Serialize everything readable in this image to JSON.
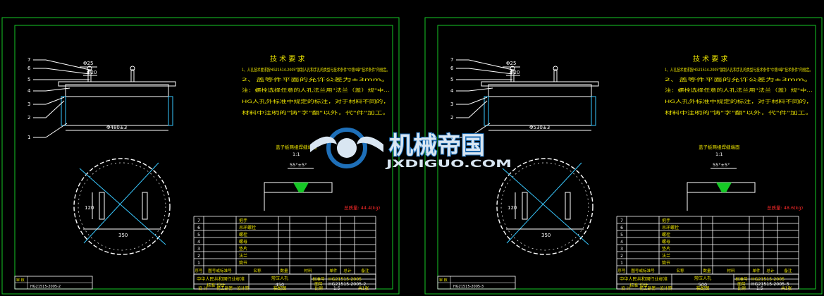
{
  "colors": {
    "background": "#000000",
    "frame": "#16c826",
    "outline": "#ffffff",
    "note_text": "#e8e000",
    "dimension": "#ffffff",
    "red_text": "#ff2a2a",
    "cyan": "#38c8ff",
    "watermark_blue": "#1e6fb8",
    "watermark_text": "#d9e6f2"
  },
  "watermark": {
    "title": "机械帝国",
    "subtitle": "JXDIGUO.COM"
  },
  "sheets": [
    {
      "tech_title": "技 术 要 求",
      "tech_notes": [
        "1、人孔技术要求按HG21514-2005\"钢制人孔和手孔的类型与技术条件\"中第4章\"技术条件\"的规定。",
        "2、盖等件平面的允许公差为±3mm。",
        "注：螺栓选择任意的人孔法兰用\"法兰（盖）规\"中...",
        "HG人孔外标准中规定的标注，对于材料不同的，",
        "材料中注明的\"铸\"字\"翻\"以外，代\"件\"加工。"
      ],
      "top_dims": [
        "Φ25",
        "Φ20",
        "Φ480±3"
      ],
      "part_numbers": [
        "1",
        "2",
        "3",
        "4",
        "5",
        "6",
        "7"
      ],
      "section_title": "盖子板两组焊缝端面",
      "section_scale": "1:1",
      "section_angle": "55°±5°",
      "weight_label": "总质量: 44.4(kg)",
      "plan_dims": [
        "350",
        "120"
      ],
      "bom_rows": [
        [
          "7",
          "把手"
        ],
        [
          "6",
          "吊环螺栓"
        ],
        [
          "5",
          "螺栓"
        ],
        [
          "4",
          "螺母"
        ],
        [
          "3",
          "垫片"
        ],
        [
          "2",
          "法兰"
        ],
        [
          "1",
          "筒节"
        ]
      ],
      "bom_header": [
        "序号",
        "图号或标准号",
        "名称",
        "数量",
        "材料",
        "单件",
        "总计",
        "备注"
      ],
      "title_block": {
        "org": "中华人民共和国行业标准",
        "std_name": "标准 设计",
        "item_name": "常压人孔",
        "size": "450",
        "drawing_type": "装配图",
        "std_no_label": "标准号",
        "std_no": "HG21515-2005",
        "drawing_no_label": "图号",
        "drawing_no": "HG21515-2005-2",
        "scale_label": "比例",
        "scale": "1:5",
        "sheet": "共1张",
        "designer": "设 计",
        "checker": "审 核",
        "company": "化工部第一设计院"
      }
    },
    {
      "tech_title": "技 术 要 求",
      "tech_notes": [
        "1、人孔技术要求按HG21514-2005\"钢制人孔和手孔的类型与技术条件\"中第4章\"技术条件\"的规定。",
        "2、盖等件平面的允许公差为±3mm。",
        "注：螺栓选择任意的人孔法兰用\"法兰（盖）规\"中...",
        "HG人孔外标准中规定的标注，对于材料不同的，",
        "材料中注明的\"铸\"字\"翻\"以外，代\"件\"加工。"
      ],
      "top_dims": [
        "Φ25",
        "Φ20",
        "Φ530±3"
      ],
      "part_numbers": [
        "1",
        "2",
        "3",
        "4",
        "5",
        "6",
        "7"
      ],
      "section_title": "盖子板两组焊缝端面",
      "section_scale": "1:1",
      "section_angle": "55°±5°",
      "weight_label": "总质量: 48.6(kg)",
      "plan_dims": [
        "350",
        "120"
      ],
      "bom_rows": [
        [
          "7",
          "把手"
        ],
        [
          "6",
          "吊环螺栓"
        ],
        [
          "5",
          "螺栓"
        ],
        [
          "4",
          "螺母"
        ],
        [
          "3",
          "垫片"
        ],
        [
          "2",
          "法兰"
        ],
        [
          "1",
          "筒节"
        ]
      ],
      "bom_header": [
        "序号",
        "图号或标准号",
        "名称",
        "数量",
        "材料",
        "单件",
        "总计",
        "备注"
      ],
      "title_block": {
        "org": "中华人民共和国行业标准",
        "std_name": "标准 设计",
        "item_name": "常压人孔",
        "size": "500",
        "drawing_type": "装配图",
        "std_no_label": "标准号",
        "std_no": "HG21515-2005",
        "drawing_no_label": "图号",
        "drawing_no": "HG21515-2005-3",
        "scale_label": "比例",
        "scale": "1:5",
        "sheet": "共1张",
        "designer": "设 计",
        "checker": "审 核",
        "company": "化工部第一设计院"
      }
    }
  ]
}
